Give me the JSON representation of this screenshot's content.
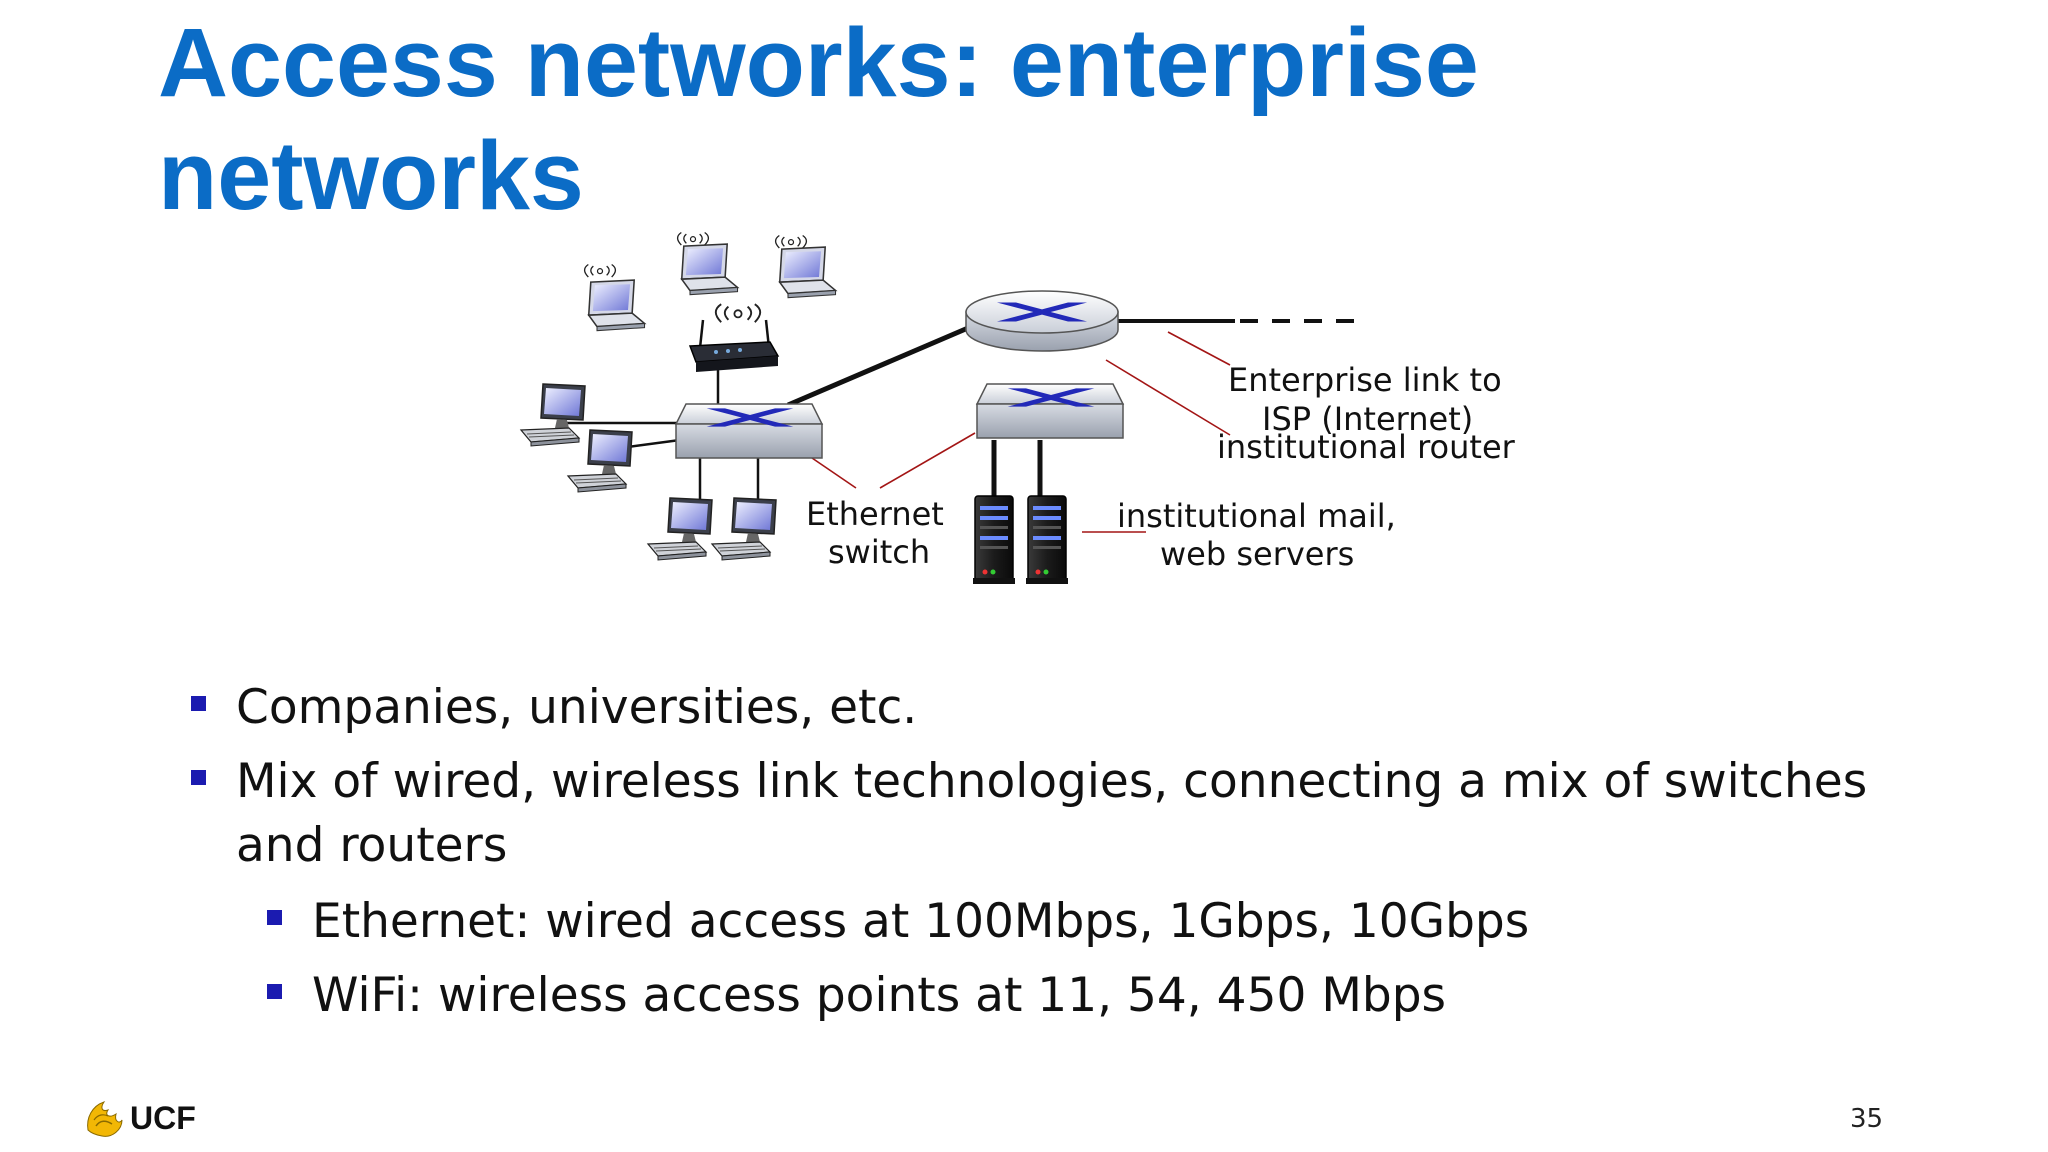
{
  "slide": {
    "title_line1": "Access networks: enterprise",
    "title_line2": "networks",
    "page_number": "35",
    "logo_text": "UCF",
    "accent_color": "#0b6cc6",
    "bullet_color": "#1b1bb0"
  },
  "diagram": {
    "labels": {
      "enterprise_link": "Enterprise link to",
      "isp": "ISP (Internet)",
      "institutional_router": "institutional router",
      "ethernet": "Ethernet",
      "switch": "switch",
      "mail_servers": "institutional mail,",
      "web_servers": "web servers"
    },
    "icons": [
      "laptop-icon",
      "wireless-access-point-icon",
      "desktop-computer-icon",
      "ethernet-switch-icon",
      "router-icon",
      "server-icon"
    ]
  },
  "bullets": [
    {
      "level": 1,
      "lines": [
        "Companies, universities, etc."
      ]
    },
    {
      "level": 1,
      "lines": [
        "Mix of wired, wireless link technologies, connecting a mix of switches",
        "and routers"
      ]
    },
    {
      "level": 2,
      "lines": [
        "Ethernet: wired access at 100Mbps, 1Gbps, 10Gbps"
      ]
    },
    {
      "level": 2,
      "lines": [
        "WiFi: wireless access points at 11, 54, 450 Mbps"
      ]
    }
  ]
}
